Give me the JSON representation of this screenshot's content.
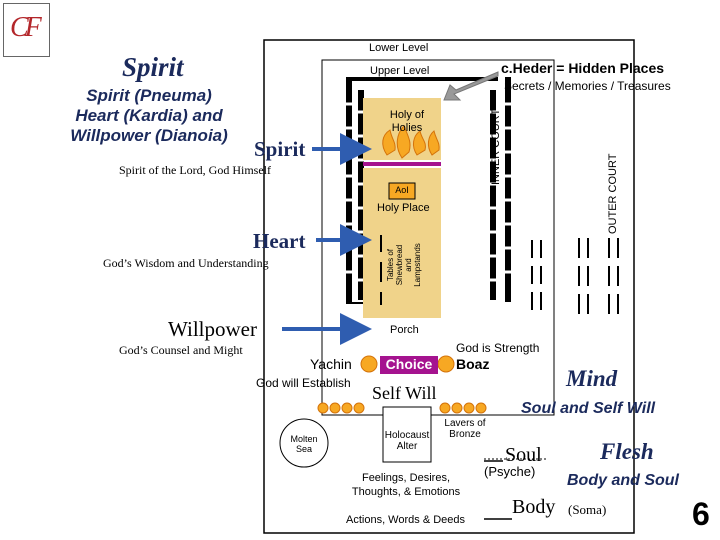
{
  "logo_text": "CF",
  "spirit_title": "Spirit",
  "spirit_subtitle": {
    "line1": "Spirit (Pneuma)",
    "line2": "Heart (Kardia) and",
    "line3": "Willpower (Dianoia)"
  },
  "levels": {
    "lower": "Lower Level",
    "upper": "Upper Level"
  },
  "cheder": {
    "title": "c.Heder = Hidden Places",
    "subtitle": "Secrets / Memories / Treasures"
  },
  "courts": {
    "inner": "INNER COURT",
    "outer": "OUTER COURT"
  },
  "holy_of_holies": {
    "line1": "Holy of",
    "line2": "Holies"
  },
  "aol_label": "AoI",
  "holy_place": "Holy Place",
  "holy_place_items": {
    "line1": "Tables of",
    "line2": "Shewbread",
    "line3": "and",
    "line4": "Lampstands"
  },
  "spirit_label": "Spirit",
  "spirit_desc": "Spirit of the Lord, God Himself",
  "heart_label": "Heart",
  "heart_desc": "God’s Wisdom and Understanding",
  "willpower_label": "Willpower",
  "willpower_desc": "God’s Counsel and Might",
  "porch": "Porch",
  "pillars": {
    "left": "Yachin",
    "center": "Choice",
    "right": "Boaz",
    "left_desc": "God will Establish",
    "right_desc": "God is Strength"
  },
  "self_will": "Self Will",
  "mind": {
    "title": "Mind",
    "subtitle": "Soul and Self Will"
  },
  "lavers": {
    "line1": "Lavers of",
    "line2": "Bronze"
  },
  "holocaust": {
    "line1": "Holocaust",
    "line2": "Alter"
  },
  "molten_sea": {
    "line1": "Molten",
    "line2": "Sea"
  },
  "soul": {
    "label": "Soul",
    "sub": "(Psyche)"
  },
  "flesh": {
    "title": "Flesh",
    "subtitle": "Body and Soul"
  },
  "feelings": {
    "line1": "Feelings, Desires,",
    "line2": "Thoughts, & Emotions"
  },
  "actions": "Actions, Words & Deeds",
  "body": {
    "label": "Body",
    "sub": "(Soma)"
  },
  "page_number": "6",
  "colors": {
    "purple": "#a5138f",
    "orange": "#f39c12",
    "gold": "#f0d38a",
    "flame": "#f7a823",
    "flame_dark": "#d4730a",
    "blue": "#2f5db0",
    "dark": "#1a1a1a"
  }
}
